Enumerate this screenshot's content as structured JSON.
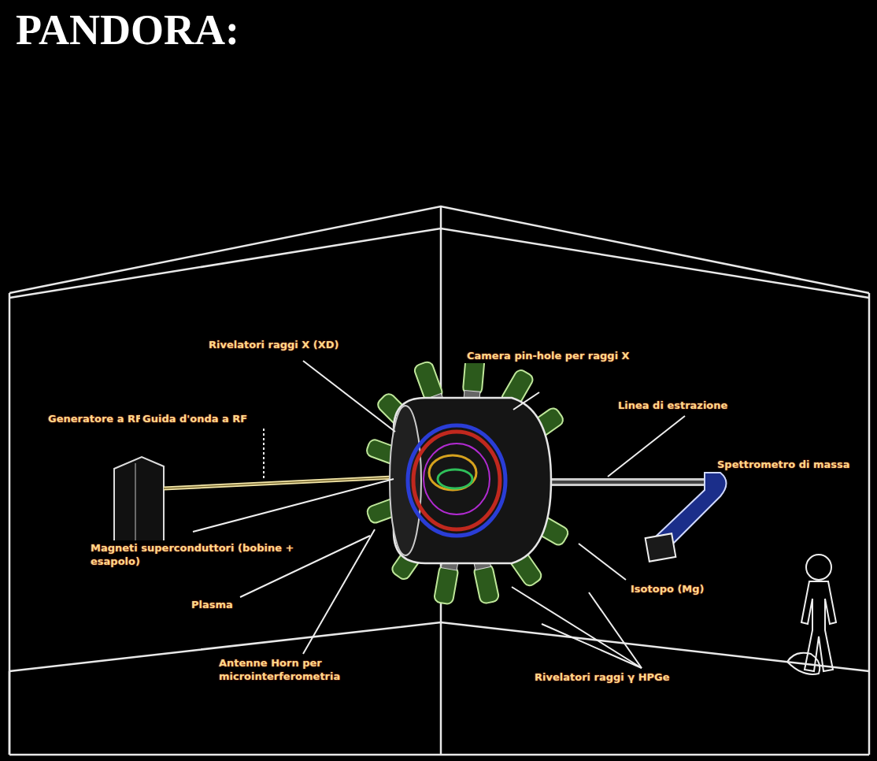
{
  "diagram": {
    "title": "PANDORA:",
    "labels": [
      "Rivelatori raggi X (XD)",
      "Camera pin-hole per raggi X",
      "Generatore a RF",
      "Guida d'onda a RF",
      "Linea di estrazione",
      "Spettrometro di massa",
      "Magneti superconduttori (bobine + esapolo)",
      "Plasma",
      "Isotopo (Mg)",
      "Antenne Horn per microinterferometria",
      "Rivelatori raggi γ HPGe"
    ]
  }
}
